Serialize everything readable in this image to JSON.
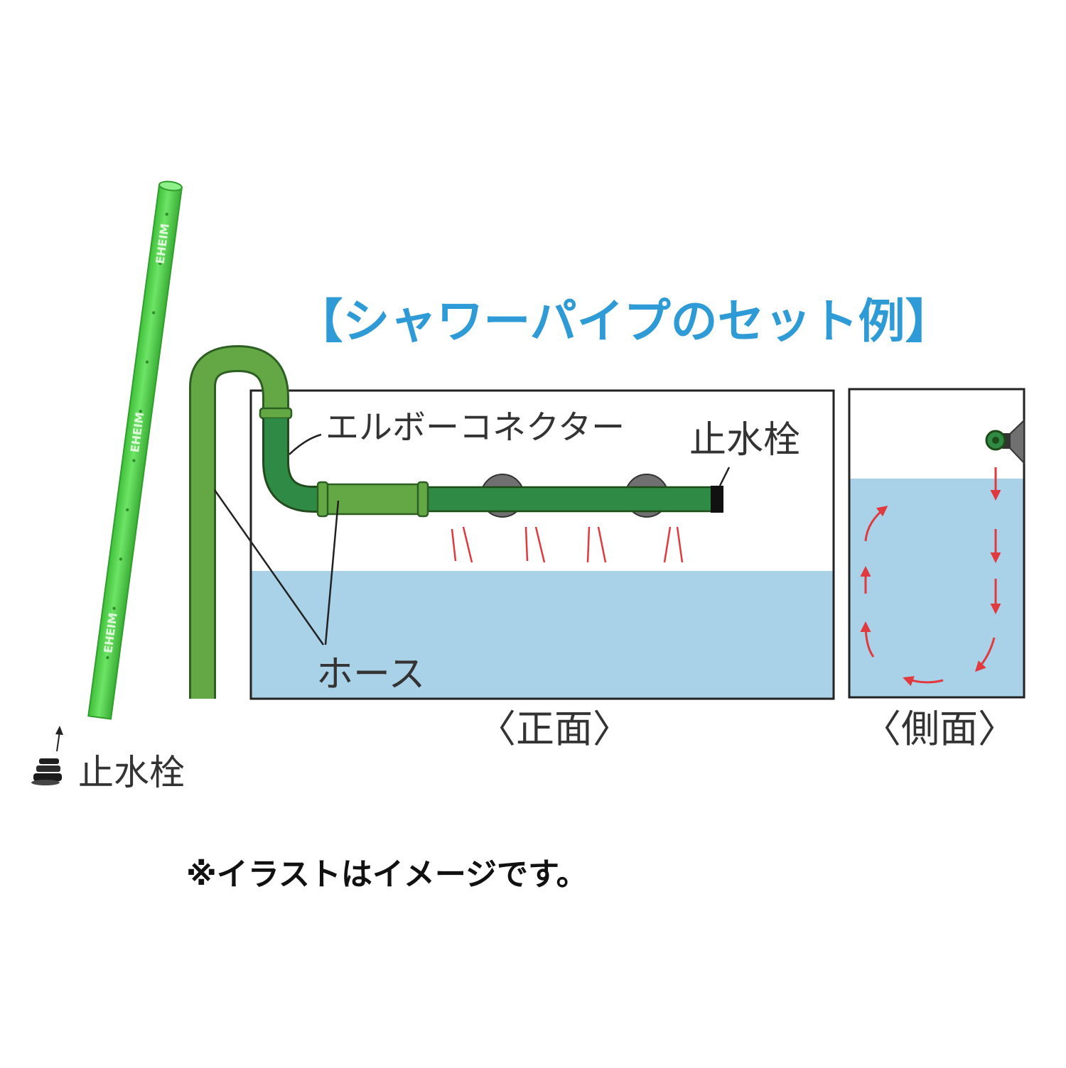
{
  "title": "【シャワーパイプのセット例】",
  "pipe_brand": "EHEIM",
  "labels": {
    "stopper_left": "止水栓",
    "elbow_connector": "エルボーコネクター",
    "stopper_right": "止水栓",
    "hose": "ホース",
    "front_view": "〈正面〉",
    "side_view": "〈側面〉"
  },
  "note": "※イラストはイメージです。",
  "colors": {
    "title": "#2f9bd6",
    "pipe_bright": "#4fd24a",
    "hose_light": "#64a845",
    "pipe_dark": "#2f8a45",
    "water": "#a9d1e7",
    "flow_arrow": "#e0393e",
    "outline": "#222222"
  }
}
